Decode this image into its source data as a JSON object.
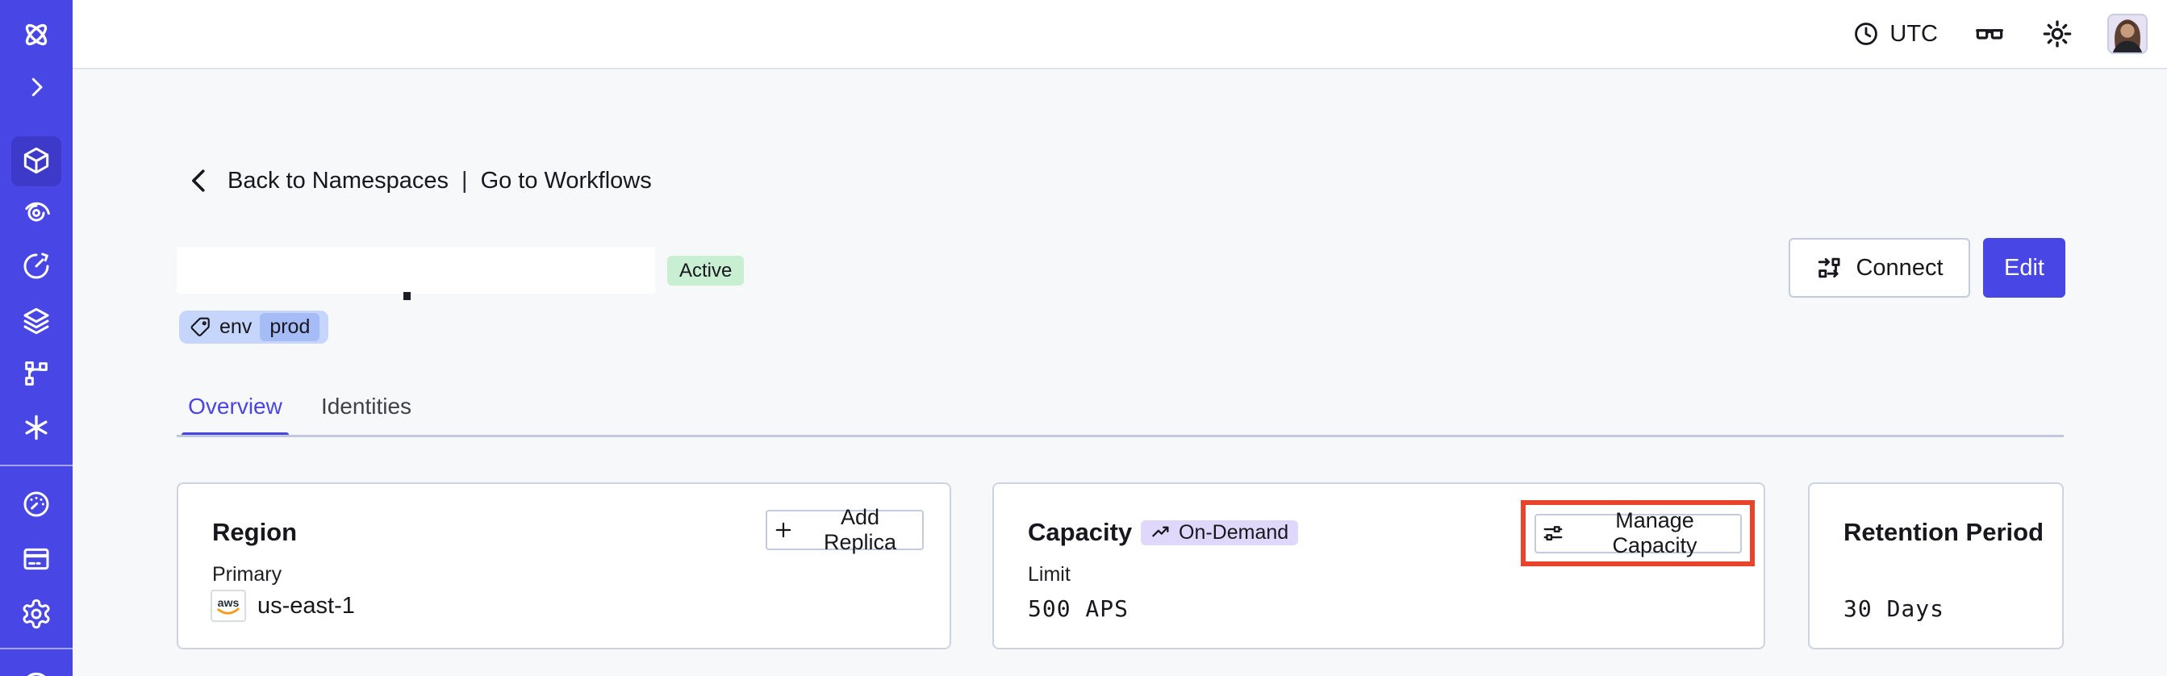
{
  "topbar": {
    "timezone_label": "UTC",
    "icons": [
      "clock-icon",
      "glasses-icon",
      "sun-icon",
      "avatar"
    ]
  },
  "sidebar": {
    "icons": [
      "temporal-logo",
      "chevron-right",
      "namespaces-cube",
      "workflows-spiral",
      "schedules-timer",
      "batch-layers",
      "deployments-branch",
      "nexus-asterisk",
      "usage-gauge",
      "billing-card",
      "settings-gear",
      "support-circle"
    ]
  },
  "breadcrumb": {
    "back_label": "Back to Namespaces",
    "separator": "|",
    "forward_label": "Go to Workflows"
  },
  "namespace_header": {
    "status_badge": "Active",
    "tag": {
      "key": "env",
      "value": "prod"
    },
    "connect_label": "Connect",
    "edit_label": "Edit"
  },
  "tabs": [
    {
      "label": "Overview",
      "active": true
    },
    {
      "label": "Identities",
      "active": false
    }
  ],
  "cards": {
    "region": {
      "title": "Region",
      "add_replica_label": "Add Replica",
      "field_label": "Primary",
      "provider": "aws",
      "value": "us-east-1"
    },
    "capacity": {
      "title": "Capacity",
      "badge": "On-Demand",
      "manage_label": "Manage Capacity",
      "field_label": "Limit",
      "value": "500 APS"
    },
    "retention": {
      "title": "Retention Period",
      "value": "30 Days"
    }
  },
  "colors": {
    "sidebar": "#4846e5",
    "accent": "#4846e5",
    "active_badge_bg": "#c9efd2",
    "tag_bg": "#c6d5fb",
    "tag_inner_bg": "#a6bcf7",
    "ondemand_bg": "#dfd8fb",
    "highlight_red": "#e9432b"
  }
}
